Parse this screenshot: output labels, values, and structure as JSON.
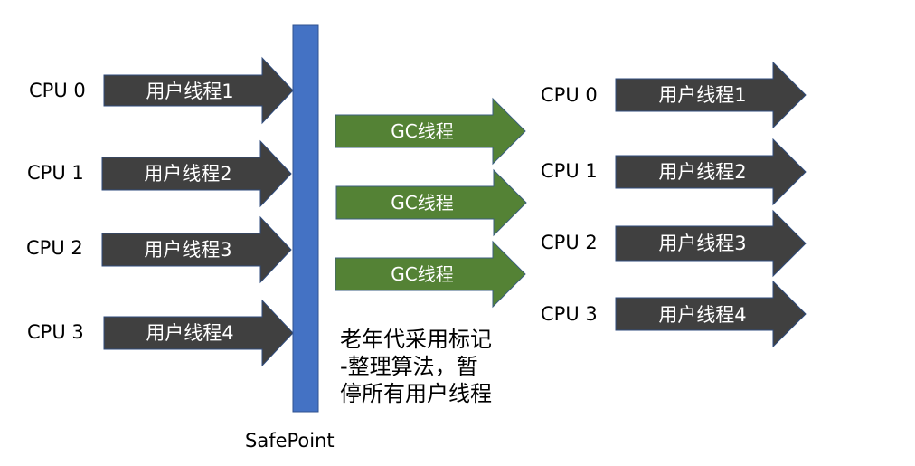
{
  "colors": {
    "user_thread_fill": "#404040",
    "user_thread_stroke": "#2f4b7c",
    "gc_thread_fill": "#548235",
    "gc_thread_stroke": "#3b5f80",
    "safepoint_fill": "#4472c4",
    "safepoint_stroke": "#2f528f"
  },
  "left_group": {
    "rows": [
      {
        "cpu": "CPU 0",
        "thread": "用户线程1"
      },
      {
        "cpu": "CPU 1",
        "thread": "用户线程2"
      },
      {
        "cpu": "CPU 2",
        "thread": "用户线程3"
      },
      {
        "cpu": "CPU 3",
        "thread": "用户线程4"
      }
    ]
  },
  "safepoint": {
    "label": "SafePoint"
  },
  "gc_group": {
    "threads": [
      "GC线程",
      "GC线程",
      "GC线程"
    ],
    "note_lines": [
      "老年代采用标记",
      "-整理算法，暂",
      "停所有用户线程"
    ]
  },
  "right_group": {
    "rows": [
      {
        "cpu": "CPU 0",
        "thread": "用户线程1"
      },
      {
        "cpu": "CPU 1",
        "thread": "用户线程2"
      },
      {
        "cpu": "CPU 2",
        "thread": "用户线程3"
      },
      {
        "cpu": "CPU 3",
        "thread": "用户线程4"
      }
    ]
  }
}
